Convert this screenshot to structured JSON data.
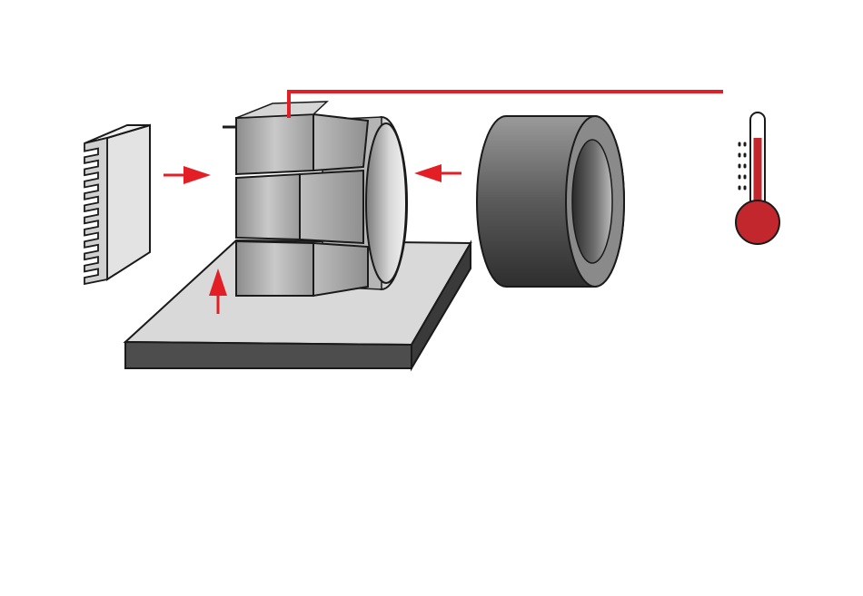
{
  "diagram": {
    "components": [
      {
        "id": "heat-sink",
        "icon": "heat-sink-fins"
      },
      {
        "id": "transformer-core",
        "icon": "segmented-core"
      },
      {
        "id": "cover-ring",
        "icon": "cylindrical-sleeve"
      },
      {
        "id": "base-plate",
        "icon": "mounting-plate"
      },
      {
        "id": "thermometer",
        "icon": "thermometer-icon"
      }
    ],
    "arrows": [
      {
        "id": "arrow-from-heat-sink",
        "direction": "right"
      },
      {
        "id": "arrow-from-cover-ring",
        "direction": "left"
      },
      {
        "id": "arrow-from-base-plate",
        "direction": "up"
      }
    ],
    "colors": {
      "accent": "#e31e24",
      "thermometer_fill": "#c1272d",
      "outline": "#1a1a1a",
      "plate_top": "#d9d9d9",
      "plate_side": "#4d4d4d"
    }
  }
}
